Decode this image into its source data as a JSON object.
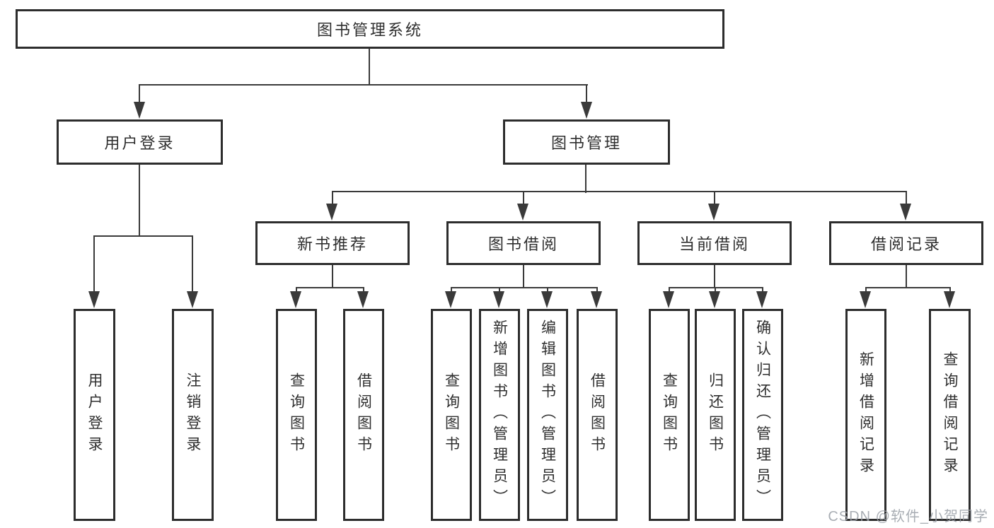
{
  "diagram_title": "图书管理系统",
  "watermark": "CSDN @软件_小贺同学",
  "colors": {
    "background": "#ffffff",
    "box_border": "#2d2d2d",
    "line": "#3a3a3a",
    "text": "#2f2f2f",
    "watermark": "#9ba0a8"
  },
  "nodes": {
    "root": "图书管理系统",
    "user_login": "用户登录",
    "book_mgmt": "图书管理",
    "new_books": "新书推荐",
    "book_borrow": "图书借阅",
    "current_borrow": "当前借阅",
    "borrow_records": "借阅记录",
    "leaf_user_login": "用户登录",
    "leaf_logout": "注销登录",
    "leaf_nb_query": "查询图书",
    "leaf_nb_borrow": "借阅图书",
    "leaf_bb_query": "查询图书",
    "leaf_bb_add": "新增图书（管理员）",
    "leaf_bb_edit": "编辑图书（管理员）",
    "leaf_bb_borrow": "借阅图书",
    "leaf_cb_query": "查询图书",
    "leaf_cb_return": "归还图书",
    "leaf_cb_confirm": "确认归还（管理员）",
    "leaf_br_add": "新增借阅记录",
    "leaf_br_query": "查询借阅记录"
  }
}
